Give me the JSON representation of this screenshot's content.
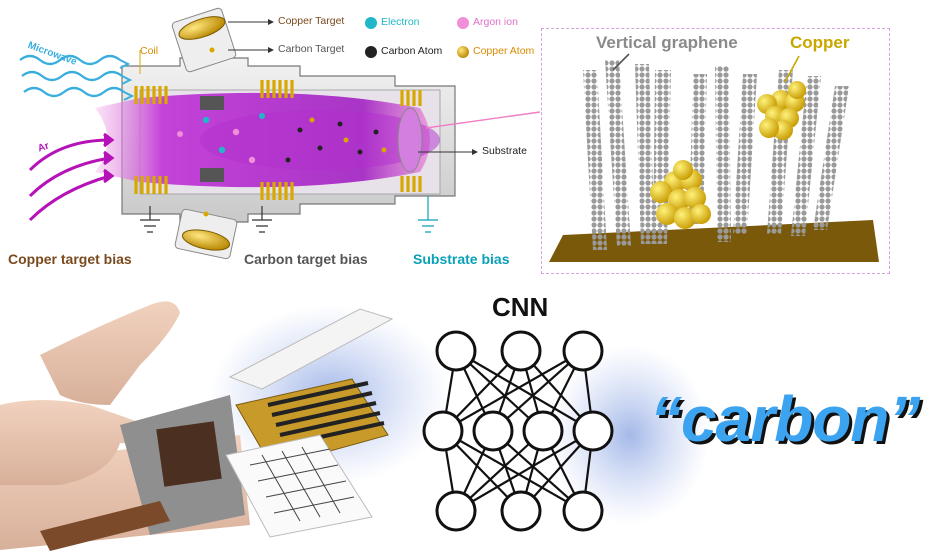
{
  "chamber": {
    "labels": {
      "microwave": "Microwave",
      "ar": "Ar",
      "coil": "Coil",
      "copper_target": "Copper Target",
      "carbon_target": "Carbon Target",
      "substrate": "Substrate",
      "copper_target_bias": "Copper target bias",
      "carbon_target_bias": "Carbon target bias",
      "substrate_bias": "Substrate bias"
    },
    "legend": {
      "electron": "Electron",
      "argon_ion": "Argon ion",
      "carbon_atom": "Carbon Atom",
      "copper_atom": "Copper Atom"
    }
  },
  "inset": {
    "vertical_graphene": "Vertical graphene",
    "copper": "Copper"
  },
  "cnn": {
    "title": "CNN",
    "layers": [
      3,
      4,
      3
    ]
  },
  "output_word": "“carbon”",
  "colors": {
    "plasma": "#c23ad8",
    "copper": "#d9a800",
    "carbon": "#222222",
    "electron": "#20b8c8",
    "argon": "#f08fd8",
    "inset_border": "#d8a0e0",
    "output_blue": "#3ba3f0",
    "brown_text": "#7a4a1e",
    "cyan_text": "#0aa0b8"
  }
}
